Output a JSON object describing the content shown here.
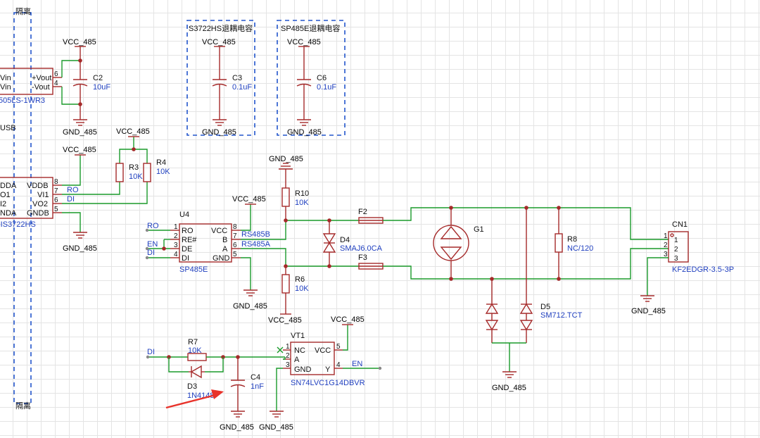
{
  "regions": {
    "isolation_top": "隔离",
    "isolation_bottom": "隔离",
    "usb": "USB"
  },
  "boxes": {
    "cap3722": "S3722HS退耦电容",
    "cap485": "SP485E退耦电容"
  },
  "power": {
    "vcc": "VCC_485",
    "gnd": "GND_485"
  },
  "isolated_supply": {
    "pins": [
      "Vin",
      "Vin",
      "+Vout",
      "-Vout"
    ],
    "pin_numbers": [
      "6",
      "4"
    ],
    "part": "505LS-1WR3"
  },
  "isolator": {
    "pins_left": [
      "DDA",
      "O1",
      "I2",
      "NDA"
    ],
    "pins_right": [
      "VDDB",
      "VI1",
      "VO2",
      "GNDB"
    ],
    "pin_numbers": [
      "8",
      "7",
      "6",
      "5"
    ],
    "part": "-IS3722HS"
  },
  "transceiver": {
    "ref": "U4",
    "part": "SP485E",
    "pins_left": [
      "RO",
      "RE#",
      "DE",
      "DI"
    ],
    "pins_right": [
      "VCC",
      "B",
      "A",
      "GND"
    ],
    "left_numbers": [
      "1",
      "2",
      "3",
      "4"
    ],
    "right_numbers": [
      "8",
      "7",
      "6",
      "5"
    ]
  },
  "buffer": {
    "ref": "VT1",
    "part": "SN74LVC1G14DBVR",
    "pins_left": [
      "NC",
      "A",
      "GND"
    ],
    "pins_right": [
      "VCC",
      "Y"
    ],
    "left_numbers": [
      "1",
      "2",
      "3"
    ],
    "right_numbers": [
      "5",
      "4"
    ]
  },
  "connector": {
    "ref": "CN1",
    "part": "KF2EDGR-3.5-3P",
    "pins": [
      "1",
      "2",
      "3"
    ]
  },
  "nets": {
    "ro": "RO",
    "di": "DI",
    "en": "EN",
    "rs485b": "RS485B",
    "rs485a": "RS485A"
  },
  "components": {
    "C2": {
      "ref": "C2",
      "value": "10uF"
    },
    "C3": {
      "ref": "C3",
      "value": "0.1uF"
    },
    "C6": {
      "ref": "C6",
      "value": "0.1uF"
    },
    "R3": {
      "ref": "R3",
      "value": "10K"
    },
    "R4": {
      "ref": "R4",
      "value": "10K"
    },
    "R10": {
      "ref": "R10",
      "value": "10K"
    },
    "R6": {
      "ref": "R6",
      "value": "10K"
    },
    "D4": {
      "ref": "D4",
      "value": "SMAJ6.0CA"
    },
    "F2": {
      "ref": "F2"
    },
    "F3": {
      "ref": "F3"
    },
    "G1": {
      "ref": "G1"
    },
    "R8": {
      "ref": "R8",
      "value": "NC/120"
    },
    "D5": {
      "ref": "D5",
      "value": "SM712.TCT"
    },
    "R7": {
      "ref": "R7",
      "value": "10K"
    },
    "D3": {
      "ref": "D3",
      "value": "1N4148"
    },
    "C4": {
      "ref": "C4",
      "value": "1nF"
    }
  },
  "colors": {
    "wire": "#1a9a2a",
    "component": "#a52a2a",
    "value_text": "#1f3fbf",
    "boundary": "#2255cc",
    "arrow": "#e8322a"
  }
}
